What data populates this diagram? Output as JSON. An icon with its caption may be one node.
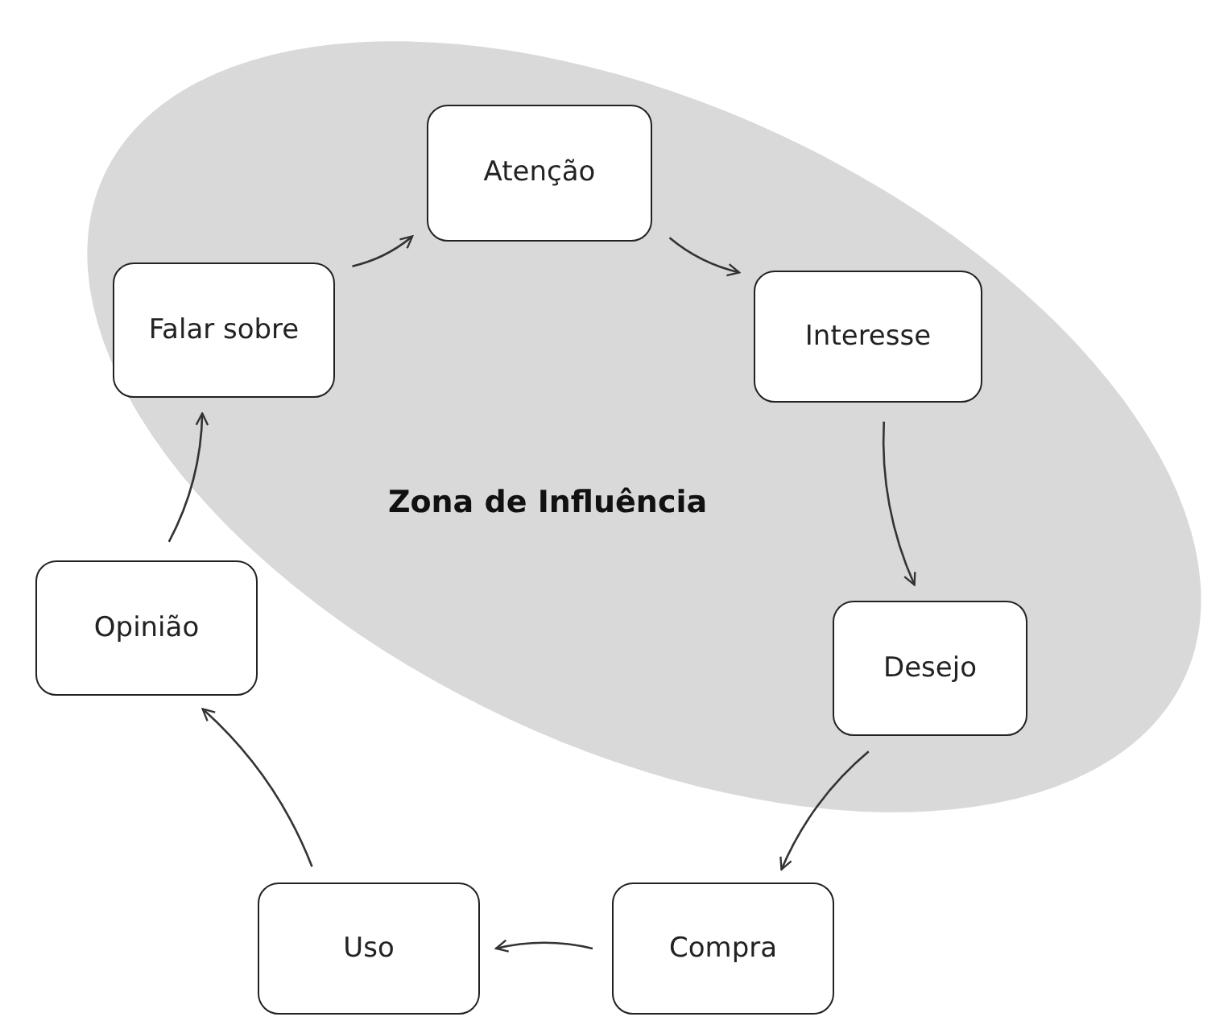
{
  "diagram": {
    "nodes": [
      {
        "text": [
          "Zona de Influência"
        ]
      },
      {
        "text": [
          "Atenção"
        ],
        "in": 0
      },
      {
        "text": [
          "Falar sobre"
        ],
        "in": 0
      },
      {
        "text": [
          "Interesse"
        ],
        "in": 0
      },
      {
        "text": [
          "Desejo"
        ],
        "in": 0
      },
      {
        "text": [
          "Opinião"
        ]
      },
      {
        "text": [
          "Uso"
        ]
      },
      {
        "text": [
          "Compra"
        ]
      }
    ],
    "edges": [
      {
        "from": 2,
        "to": 1,
        "arrow": "to"
      },
      {
        "from": 1,
        "to": 3,
        "arrow": "to"
      },
      {
        "from": 3,
        "to": 4,
        "arrow": "to"
      },
      {
        "from": 4,
        "to": 7,
        "arrow": "to"
      },
      {
        "from": 7,
        "to": 6,
        "arrow": "to"
      },
      {
        "from": 6,
        "to": 5,
        "arrow": "to"
      },
      {
        "from": 5,
        "to": 2,
        "arrow": "to"
      }
    ]
  }
}
